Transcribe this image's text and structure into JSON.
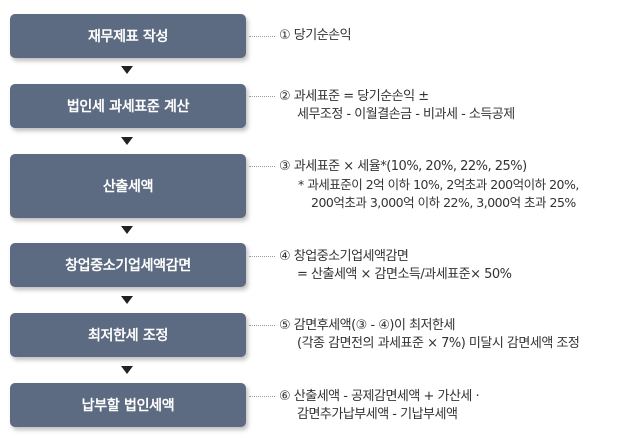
{
  "steps": [
    {
      "label": "재무제표 작성",
      "desc": [
        "① 당기순손익"
      ]
    },
    {
      "label": "법인세 과세표준 계산",
      "desc": [
        "② 과세표준 = 당기순손익 ±",
        "세무조정 - 이월결손금 - 비과세 - 소득공제"
      ]
    },
    {
      "label": "산출세액",
      "desc": [
        "③ 과세표준 × 세율*(10%, 20%, 22%, 25%)",
        "* 과세표준이 2억 이하 10%, 2억초과 200억이하 20%,",
        "200억초과 3,000억 이하 22%, 3,000억 초과 25%"
      ]
    },
    {
      "label": "창업중소기업세액감면",
      "desc": [
        "④ 창업중소기업세액감면",
        "= 산출세액 × 감면소득/과세표준× 50%"
      ]
    },
    {
      "label": "최저한세 조정",
      "desc": [
        "⑤ 감면후세액(③ - ④)이 최저한세",
        "(각종 감면전의 과세표준 × 7%) 미달시 감면세액 조정"
      ]
    },
    {
      "label": "납부할 법인세액",
      "desc": [
        "⑥ 산출세액 - 공제감면세액 + 가산세 ·",
        "감면추가납부세액 - 기납부세액"
      ]
    }
  ],
  "colors": {
    "box": "#5d6b82",
    "text": "#333333",
    "arrow": "#222222"
  }
}
